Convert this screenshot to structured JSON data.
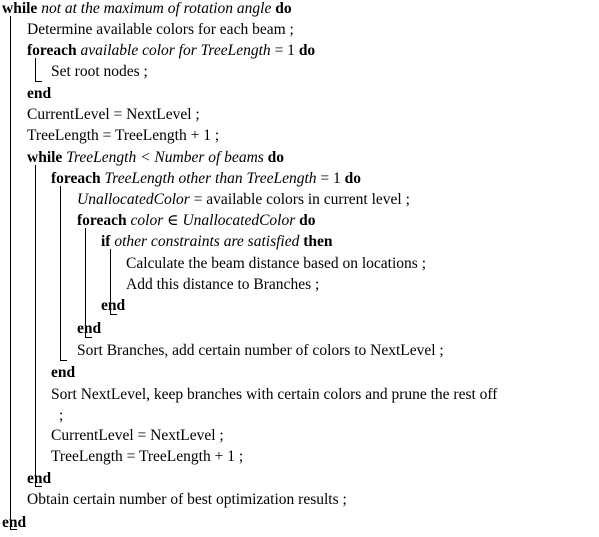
{
  "algorithm": {
    "l01": {
      "kw1": "while",
      "cond": "not at the maximum of rotation angle",
      "kw2": "do"
    },
    "l02": "Determine available colors for each beam ;",
    "l03": {
      "kw1": "foreach",
      "cond": "available color for TreeLength",
      "plain": " = 1 ",
      "kw2": "do"
    },
    "l04": "Set root nodes ;",
    "l05": "end",
    "l06": "CurrentLevel = NextLevel ;",
    "l07": "TreeLength = TreeLength + 1 ;",
    "l08": {
      "kw1": "while",
      "cond": "TreeLength < Number of beams",
      "kw2": "do"
    },
    "l09": {
      "kw1": "foreach",
      "cond": "TreeLength other than TreeLength",
      "plain": " = 1 ",
      "kw2": "do"
    },
    "l10": {
      "ital": "UnallocatedColor",
      "rest": " = available colors in current level ;"
    },
    "l11": {
      "kw1": "foreach",
      "cond": "color ∈ UnallocatedColor",
      "kw2": "do"
    },
    "l12": {
      "kw1": "if",
      "cond": "other constraints are satisfied",
      "kw2": "then"
    },
    "l13": "Calculate the beam distance based on locations ;",
    "l14": "Add this distance to Branches ;",
    "l15": "end",
    "l16": "end",
    "l17": "Sort Branches, add certain number of colors to NextLevel ;",
    "l18": "end",
    "l19a": "Sort NextLevel, keep branches with certain colors and prune the rest off",
    "l19b": ";",
    "l20": "CurrentLevel = NextLevel ;",
    "l21": "TreeLength = TreeLength + 1 ;",
    "l22": "end",
    "l23": "Obtain certain number of best optimization results ;",
    "l24": "end"
  }
}
